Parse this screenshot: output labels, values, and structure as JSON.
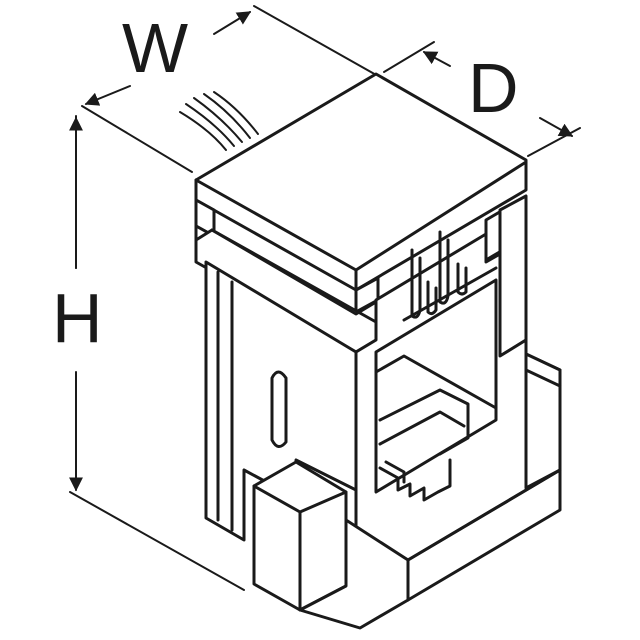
{
  "figure": {
    "labels": {
      "width": "W",
      "depth": "D",
      "height": "H"
    },
    "colors": {
      "line": "#1a1a1a",
      "background": "#ffffff"
    }
  }
}
